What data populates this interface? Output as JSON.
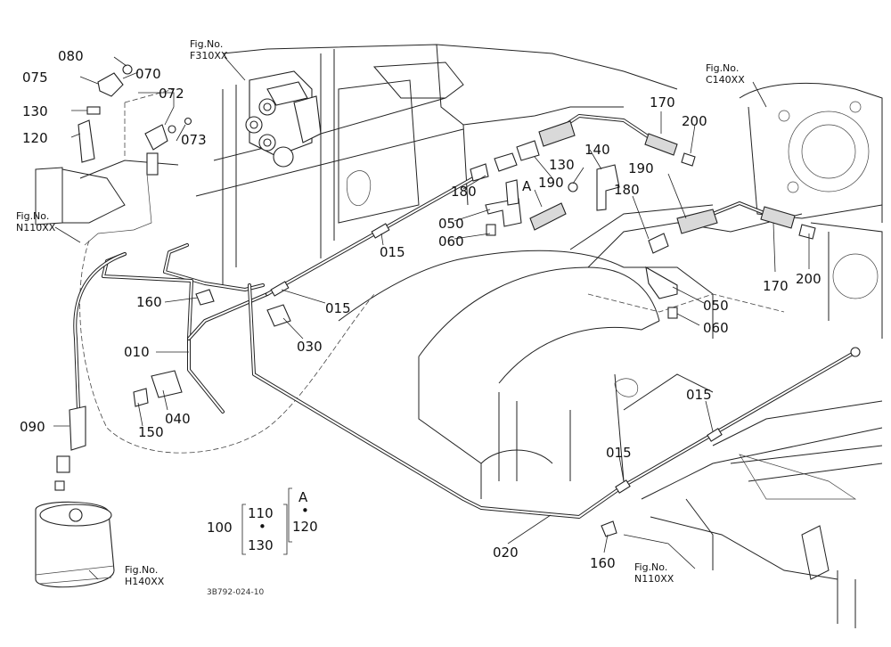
{
  "doc_code": "3B792-024-10",
  "fig_refs": [
    {
      "prefix": "Fig.No.",
      "code": "F310XX"
    },
    {
      "prefix": "Fig.No.",
      "code": "C140XX"
    },
    {
      "prefix": "Fig.No.",
      "code": "N110XX"
    },
    {
      "prefix": "Fig.No.",
      "code": "H140XX"
    },
    {
      "prefix": "Fig.No.",
      "code": "N110XX"
    }
  ],
  "part_labels": [
    "080",
    "075",
    "070",
    "072",
    "073",
    "130",
    "120",
    "090",
    "010",
    "160",
    "040",
    "150",
    "015",
    "015",
    "030",
    "180",
    "050",
    "060",
    "A",
    "190",
    "130",
    "140",
    "170",
    "200",
    "190",
    "180",
    "050",
    "060",
    "170",
    "200",
    "015",
    "015",
    "020",
    "160"
  ],
  "legend": {
    "a": "100",
    "b": "110",
    "c": "130",
    "d": "A",
    "e": "120",
    "dot1": "•",
    "dot2": "•"
  }
}
